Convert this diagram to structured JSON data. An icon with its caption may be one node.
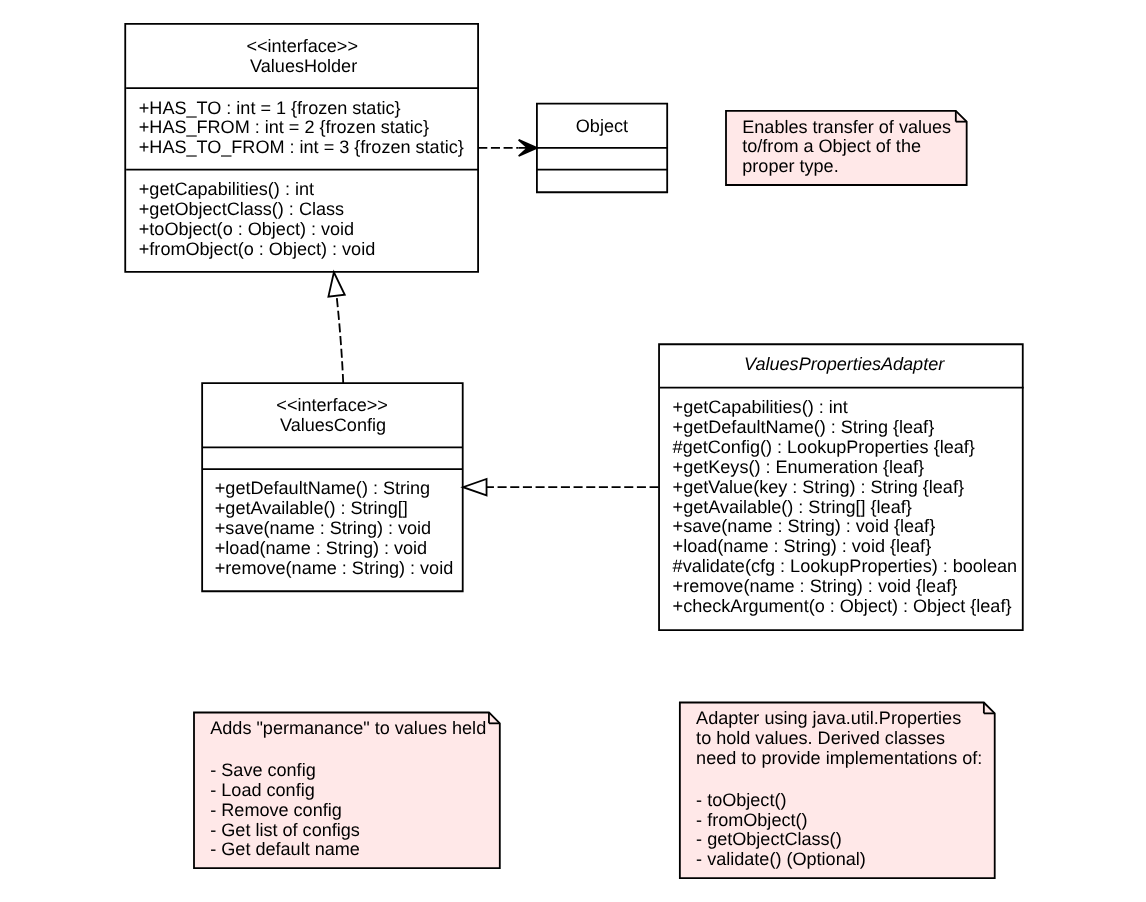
{
  "diagram": {
    "nodes": [
      {
        "text": [
          "<<interface>>",
          "ValuesHolder",
          "+HAS_TO : int = 1 {frozen static}",
          "+HAS_FROM : int = 2 {frozen static}",
          "+HAS_TO_FROM : int = 3 {frozen static}",
          "+getCapabilities() : int",
          "+getObjectClass() : Class",
          "+toObject(o : Object) : void",
          "+fromObject(o : Object) : void"
        ]
      },
      {
        "text": [
          "Object"
        ]
      },
      {
        "text": [
          "Enables transfer of values to/from a Object of the proper type."
        ]
      },
      {
        "text": [
          "<<interface>>",
          "ValuesConfig",
          "+getDefaultName() : String",
          "+getAvailable() : String[]",
          "+save(name : String) : void",
          "+load(name : String) : void",
          "+remove(name : String) : void"
        ]
      },
      {
        "text": [
          "ValuesPropertiesAdapter",
          "+getCapabilities() : int",
          "+getDefaultName() : String {leaf}",
          "#getConfig() : LookupProperties {leaf}",
          "+getKeys() : Enumeration {leaf}",
          "+getValue(key : String) : String {leaf}",
          "+getAvailable() : String[] {leaf}",
          "+save(name : String) : void {leaf}",
          "+load(name : String) : void {leaf}",
          "#validate(cfg : LookupProperties) : boolean",
          "+remove(name : String) : void {leaf}",
          "+checkArgument(o : Object) : Object {leaf}"
        ]
      },
      {
        "text": [
          "Adds \"permanance\" to values held",
          "- Save config",
          "- Load config",
          "- Remove config",
          "- Get list of configs",
          "- Get default name"
        ]
      },
      {
        "text": [
          "Adapter using java.util.Properties to hold values. Derived classes need to provide implementations of:",
          "- toObject()",
          "- fromObject()",
          "- getObjectClass()",
          "- validate() (Optional)"
        ]
      }
    ],
    "edges": [
      {
        "from": 0,
        "to": 1,
        "arrow": "to",
        "style": "dashed"
      },
      {
        "from": 3,
        "to": 0,
        "arrow": "to",
        "style": "dashed"
      },
      {
        "from": 4,
        "to": 3,
        "arrow": "to",
        "style": "dashed"
      }
    ]
  }
}
